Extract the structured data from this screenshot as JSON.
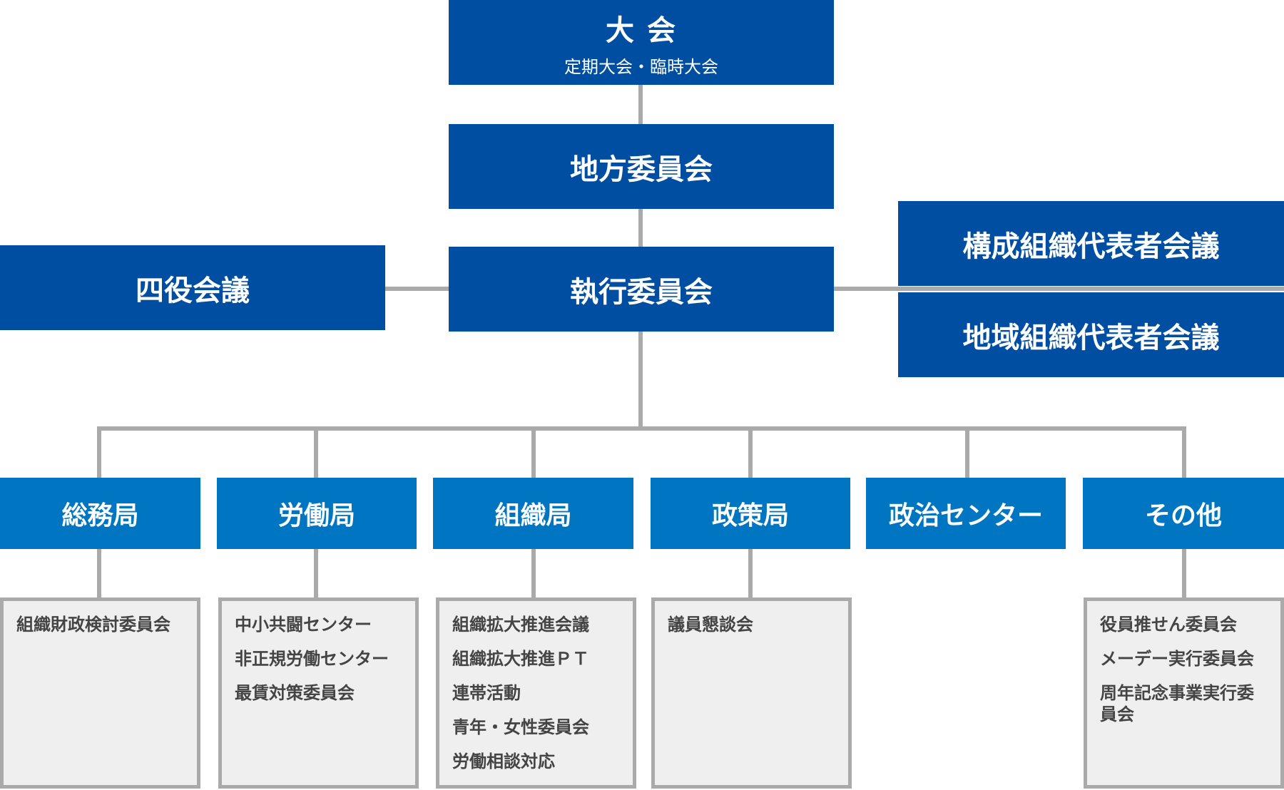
{
  "taikai": {
    "title": "大 会",
    "subtitle": "定期大会・臨時大会"
  },
  "chiho": {
    "title": "地方委員会"
  },
  "shikko": {
    "title": "執行委員会"
  },
  "yonyaku": {
    "title": "四役会議"
  },
  "kosei": {
    "title": "構成組織代表者会議"
  },
  "chiiki": {
    "title": "地域組織代表者会議"
  },
  "departments": [
    {
      "title": "総務局",
      "items": [
        "組織財政検討委員会"
      ]
    },
    {
      "title": "労働局",
      "items": [
        "中小共闘センター",
        "非正規労働センター",
        "最賃対策委員会"
      ]
    },
    {
      "title": "組織局",
      "items": [
        "組織拡大推進会議",
        "組織拡大推進ＰＴ",
        "連帯活動",
        "青年・女性委員会",
        "労働相談対応"
      ]
    },
    {
      "title": "政策局",
      "items": [
        "議員懇談会"
      ]
    },
    {
      "title": "政治センター",
      "items": []
    },
    {
      "title": "その他",
      "items": [
        "役員推せん委員会",
        "メーデー実行委員会",
        "周年記念事業実行委員会"
      ]
    }
  ],
  "colors": {
    "dark_blue": "#004ea2",
    "mid_blue": "#0075c2",
    "connector": "#aaaaaa",
    "sub_bg": "#efefef"
  }
}
